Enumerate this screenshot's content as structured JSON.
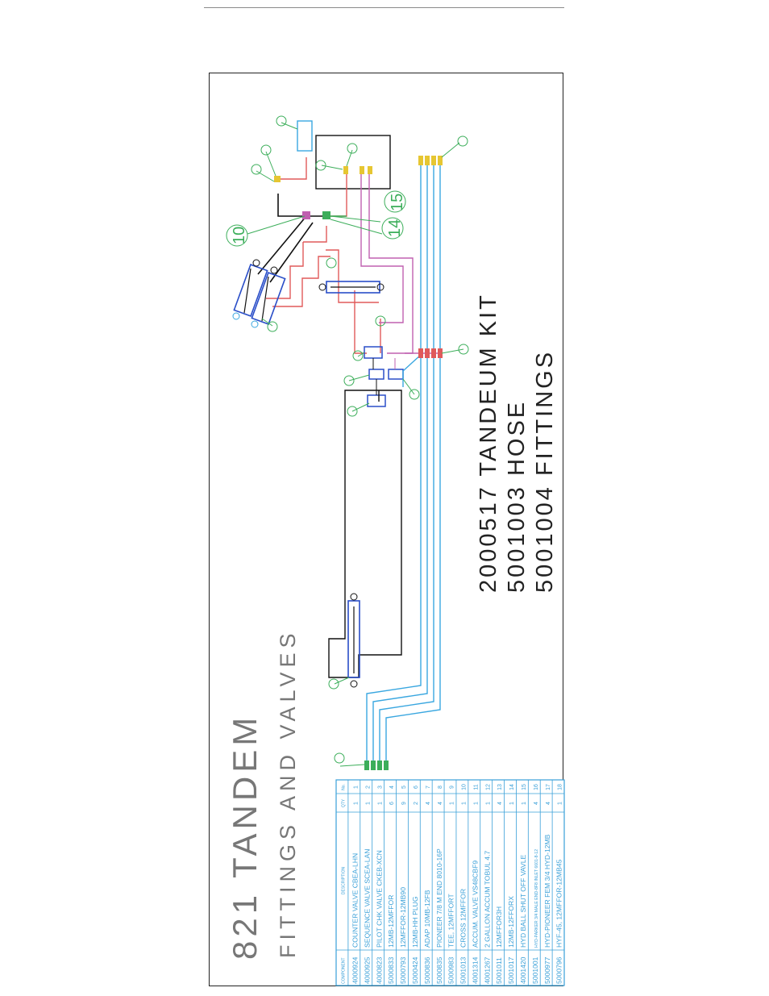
{
  "title": "821 TANDEM",
  "subtitle": "FITTINGS AND VALVES",
  "kit_lines": [
    "2000517 TANDEUM KIT",
    "5001003 HOSE",
    "5001004 FITTINGS"
  ],
  "bom": {
    "headers": {
      "component": "COMPONENT",
      "description": "DESCRIPTION",
      "qty": "QTY",
      "no": "No."
    },
    "rows": [
      {
        "component": "4000924",
        "description": "COUNTER VALVE CBEA-LHN",
        "qty": "1",
        "no": "1"
      },
      {
        "component": "4000925",
        "description": "SEQUENCE VALVE SCEA-LAN",
        "qty": "1",
        "no": "2"
      },
      {
        "component": "4000823",
        "description": "PILOT CHK VALVE CKEB-XCN",
        "qty": "1",
        "no": "3"
      },
      {
        "component": "5000833",
        "description": "12MB-12MFFOR",
        "qty": "6",
        "no": "4"
      },
      {
        "component": "5000793",
        "description": "12MFFOR-12MB90",
        "qty": "9",
        "no": "5"
      },
      {
        "component": "5000424",
        "description": "12MB-HH PLUG",
        "qty": "2",
        "no": "6"
      },
      {
        "component": "5000836",
        "description": "ADAP 10MB-12FB",
        "qty": "4",
        "no": "7"
      },
      {
        "component": "5000835",
        "description": "PIONEER 7/8 M END 8010-16P",
        "qty": "4",
        "no": "8"
      },
      {
        "component": "5000983",
        "description": "TEE, 12MFFORT",
        "qty": "1",
        "no": "9"
      },
      {
        "component": "5001013",
        "description": "CROSS 12MFFOR",
        "qty": "1",
        "no": "10"
      },
      {
        "component": "4001314",
        "description": "ACCUM. VALVE VS48CBF9",
        "qty": "1",
        "no": "11"
      },
      {
        "component": "4001267",
        "description": "2 GALLON ACCUM TOBUL 4.7",
        "qty": "1",
        "no": "12"
      },
      {
        "component": "5001011",
        "description": "12MFFOR3H",
        "qty": "4",
        "no": "13"
      },
      {
        "component": "5001017",
        "description": "12MB-12FFORX",
        "qty": "1",
        "no": "14"
      },
      {
        "component": "4001420",
        "description": "HYD BALL SHUT OFF VAVLE",
        "qty": "1",
        "no": "15"
      },
      {
        "component": "5001001",
        "description": "HYD-PARKER 3/4 MALE END-8F8 INLET 6601-8-12",
        "qty": "4",
        "no": "16"
      },
      {
        "component": "5000977",
        "description": "HYD-PIONEER FEM 3/4 HYD-12MB",
        "qty": "4",
        "no": "17"
      },
      {
        "component": "5000796",
        "description": "HYF-45, 12MFFOR-12MB45",
        "qty": "1",
        "no": "18"
      }
    ]
  },
  "callouts": {
    "ten": "10",
    "fourteen": "14",
    "fifteen": "15"
  },
  "colors": {
    "pressure_line": "#e05a5a",
    "return_line": "#c060b0",
    "suction_line": "#3aa7e0",
    "callout": "#3cae5a",
    "table": "#3aa0d8",
    "cylinder": "#2a4ec8",
    "accent_yellow": "#e6c632"
  }
}
